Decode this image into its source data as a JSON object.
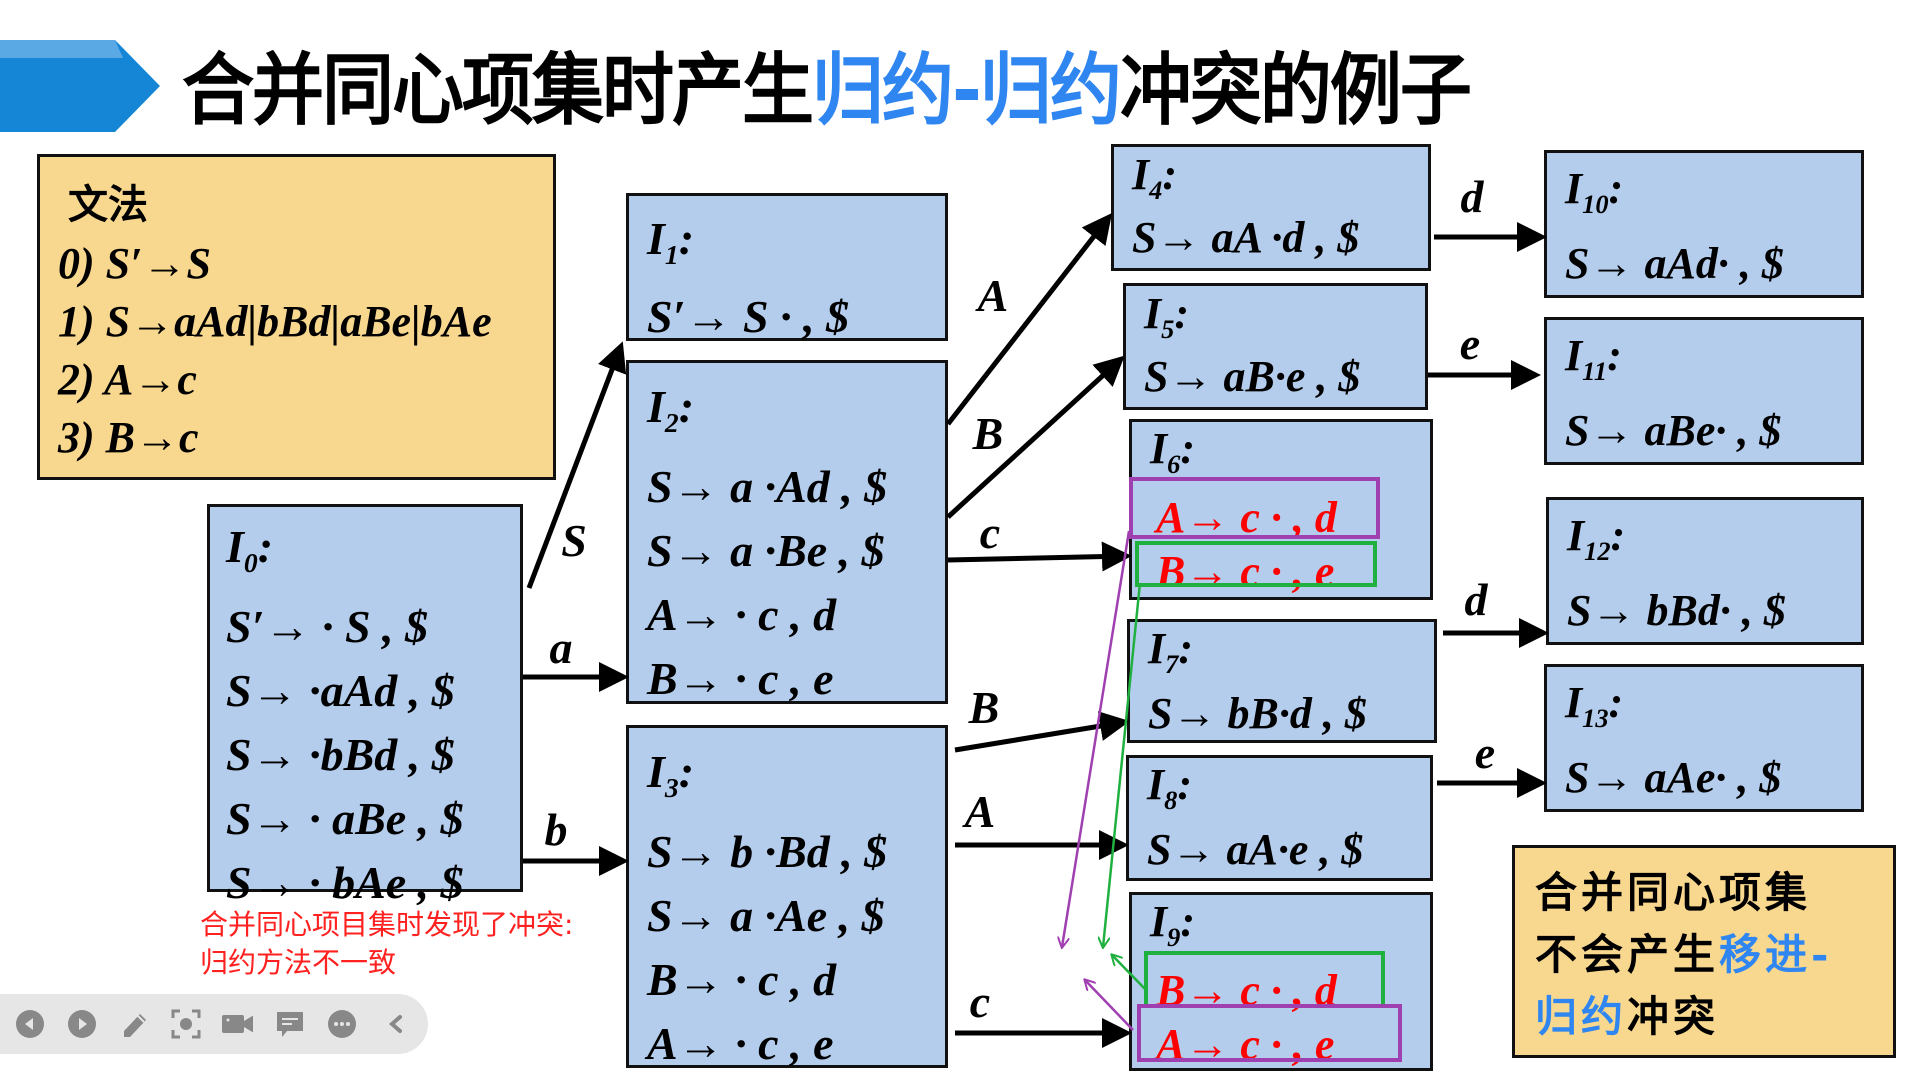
{
  "title": {
    "part1": "合并同心项集时产生",
    "part2": "归约-归约",
    "part3": "冲突的例子"
  },
  "colors": {
    "box_fill": "#b4cdec",
    "note_fill": "#f8d78e",
    "highlight_blue": "#2f86f0",
    "conflict_red": "#ff0000",
    "purple": "#a040b0",
    "green": "#20b040"
  },
  "grammar": {
    "heading": "文法",
    "rules": [
      "0) S′→S",
      "1) S→aAd|bBd|aBe|bAe",
      "2) A→c",
      "3) B→c"
    ]
  },
  "states": [
    {
      "name": "I",
      "sub": "0",
      "lines": [
        "S′→ · S , $",
        "S→ ·aAd , $",
        "S→ ·bBd , $",
        "S→ · aBe , $",
        "S→ · bAe , $"
      ]
    },
    {
      "name": "I",
      "sub": "1",
      "lines": [
        "S′→ S · , $"
      ]
    },
    {
      "name": "I",
      "sub": "2",
      "lines": [
        "S→ a ·Ad , $",
        "S→ a ·Be , $",
        "A→ · c , d",
        "B→ · c , e"
      ]
    },
    {
      "name": "I",
      "sub": "3",
      "lines": [
        "S→ b ·Bd , $",
        "S→ a ·Ae , $",
        "B→ · c , d",
        "A→ · c , e"
      ]
    },
    {
      "name": "I",
      "sub": "4",
      "lines": [
        "S→ aA ·d , $"
      ]
    },
    {
      "name": "I",
      "sub": "5",
      "lines": [
        "S→ aB·e , $"
      ]
    },
    {
      "name": "I",
      "sub": "6",
      "lines": [
        "A→ c · , d",
        "B→ c · , e"
      ],
      "conflict": true
    },
    {
      "name": "I",
      "sub": "7",
      "lines": [
        "S→ bB·d , $"
      ]
    },
    {
      "name": "I",
      "sub": "8",
      "lines": [
        "S→ aA·e , $"
      ]
    },
    {
      "name": "I",
      "sub": "9",
      "lines": [
        "B→ c · , d",
        "A→ c · , e"
      ],
      "conflict": true
    },
    {
      "name": "I",
      "sub": "10",
      "lines": [
        "S→ aAd· , $"
      ]
    },
    {
      "name": "I",
      "sub": "11",
      "lines": [
        "S→ aBe· , $"
      ]
    },
    {
      "name": "I",
      "sub": "12",
      "lines": [
        "S→ bBd· , $"
      ]
    },
    {
      "name": "I",
      "sub": "13",
      "lines": [
        "S→ aAe· , $"
      ]
    }
  ],
  "transitions": [
    {
      "from": "I0",
      "to": "I1",
      "symbol": "S"
    },
    {
      "from": "I0",
      "to": "I2",
      "symbol": "a"
    },
    {
      "from": "I0",
      "to": "I3",
      "symbol": "b"
    },
    {
      "from": "I2",
      "to": "I4",
      "symbol": "A"
    },
    {
      "from": "I2",
      "to": "I5",
      "symbol": "B"
    },
    {
      "from": "I2",
      "to": "I6",
      "symbol": "c"
    },
    {
      "from": "I3",
      "to": "I7",
      "symbol": "B"
    },
    {
      "from": "I3",
      "to": "I8",
      "symbol": "A"
    },
    {
      "from": "I3",
      "to": "I9",
      "symbol": "c"
    },
    {
      "from": "I4",
      "to": "I10",
      "symbol": "d"
    },
    {
      "from": "I5",
      "to": "I11",
      "symbol": "e"
    },
    {
      "from": "I7",
      "to": "I12",
      "symbol": "d"
    },
    {
      "from": "I8",
      "to": "I13",
      "symbol": "e"
    }
  ],
  "annotation": {
    "line1": "合并同心项目集时发现了冲突:",
    "line2": "归约方法不一致"
  },
  "note": {
    "line1": "合并同心项集",
    "line2a": "不会产生",
    "line2b": "移进-",
    "line3a": "归约",
    "line3b": "冲突"
  },
  "toolbar": {
    "icons": [
      "previous-icon",
      "next-icon",
      "pen-icon",
      "screenshot-icon",
      "camera-icon",
      "comment-icon",
      "more-icon",
      "collapse-chevron-icon"
    ]
  }
}
